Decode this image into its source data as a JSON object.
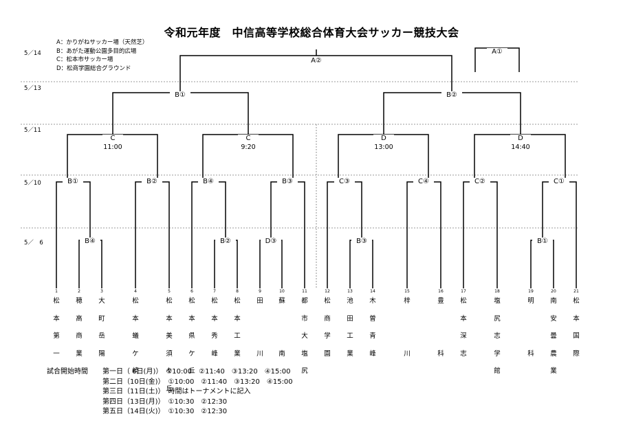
{
  "title": "令和元年度　中信高等学校総合体育大会サッカー競技大会",
  "legend": [
    "A：かりがねサッカー場（天然芝）",
    "B：あがた運動公園多目的広場",
    "C：松本市サッカー場",
    "D：松商学園総合グラウンド"
  ],
  "dates": [
    "5／14",
    "5／13",
    "5／11",
    "5／10",
    "5／　6"
  ],
  "venues": {
    "final": "A②",
    "third_place": "A①",
    "semi_left": "B①",
    "semi_right": "B②",
    "qf1": "C",
    "qf2": "C",
    "qf3": "D",
    "qf4": "D",
    "r2": [
      "B①",
      "B②",
      "B④",
      "B③",
      "C③",
      "C④",
      "C②",
      "C①"
    ],
    "r1": [
      "B④",
      "B②",
      "D③",
      "B③",
      "B①"
    ]
  },
  "qf_times": [
    "11:00",
    "9:20",
    "13:00",
    "14:40"
  ],
  "teams": [
    {
      "no": "1",
      "name": [
        "松",
        "本",
        "第",
        "一"
      ]
    },
    {
      "no": "2",
      "name": [
        "穂",
        "高",
        "商",
        "業"
      ]
    },
    {
      "no": "3",
      "name": [
        "大",
        "町",
        "岳",
        "陽"
      ]
    },
    {
      "no": "4",
      "name": [
        "松",
        "本",
        "蟻",
        "ケ",
        "崎"
      ]
    },
    {
      "no": "5",
      "name": [
        "松",
        "本",
        "美",
        "須",
        "々",
        "丘"
      ]
    },
    {
      "no": "6",
      "name": [
        "松",
        "本",
        "県",
        "ケ",
        "丘"
      ]
    },
    {
      "no": "7",
      "name": [
        "松",
        "本",
        "秀",
        "峰"
      ]
    },
    {
      "no": "8",
      "name": [
        "松",
        "本",
        "工",
        "業"
      ]
    },
    {
      "no": "9",
      "name": [
        "田",
        "",
        "",
        "川"
      ]
    },
    {
      "no": "10",
      "name": [
        "蘇",
        "",
        "",
        "南"
      ]
    },
    {
      "no": "11",
      "name": [
        "都",
        "市",
        "大",
        "塩",
        "尻"
      ]
    },
    {
      "no": "12",
      "name": [
        "松",
        "商",
        "学",
        "園"
      ]
    },
    {
      "no": "13",
      "name": [
        "池",
        "田",
        "工",
        "業"
      ]
    },
    {
      "no": "14",
      "name": [
        "木",
        "曽",
        "青",
        "峰"
      ]
    },
    {
      "no": "15",
      "name": [
        "梓",
        "",
        "",
        "川"
      ]
    },
    {
      "no": "16",
      "name": [
        "豊",
        "",
        "",
        "科"
      ]
    },
    {
      "no": "17",
      "name": [
        "松",
        "本",
        "深",
        "志"
      ]
    },
    {
      "no": "18",
      "name": [
        "塩",
        "尻",
        "志",
        "学",
        "館"
      ]
    },
    {
      "no": "19",
      "name": [
        "明",
        "",
        "",
        "科"
      ]
    },
    {
      "no": "20",
      "name": [
        "南",
        "安",
        "曇",
        "農",
        "業"
      ]
    },
    {
      "no": "21",
      "name": [
        "松",
        "本",
        "国",
        "際"
      ]
    }
  ],
  "schedule": {
    "label": "試合開始時間",
    "days": [
      "第一日（ 6日(月)）　①10:00　②11:40　③13:20　④15:00",
      "第二日（10日(金)）　①10:00　②11:40　③13:20　④15:00",
      "第三日（11日(土)）　時間はトーナメントに記入",
      "第四日（13日(月)）　①10:30　②12:30",
      "第五日（14日(火)）　①10:30　②12:30"
    ]
  }
}
